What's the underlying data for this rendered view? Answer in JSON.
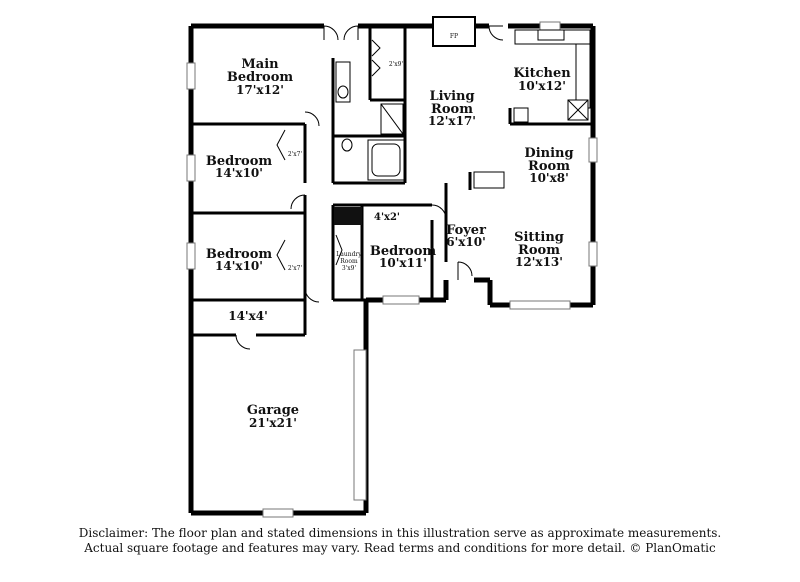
{
  "rooms": {
    "main_bedroom": {
      "name": "Main\nBedroom",
      "dim": "17'x12'"
    },
    "bedroom_2": {
      "name": "Bedroom",
      "dim": "14'x10'"
    },
    "bedroom_3": {
      "name": "Bedroom",
      "dim": "14'x10'"
    },
    "bedroom_4": {
      "name": "Bedroom",
      "dim": "10'x11'"
    },
    "living_room": {
      "name": "Living\nRoom",
      "dim": "12'x17'"
    },
    "kitchen": {
      "name": "Kitchen",
      "dim": "10'x12'"
    },
    "dining_room": {
      "name": "Dining\nRoom",
      "dim": "10'x8'"
    },
    "foyer": {
      "name": "Foyer",
      "dim": "6'x10'"
    },
    "sitting_room": {
      "name": "Sitting\nRoom",
      "dim": "12'x13'"
    },
    "garage": {
      "name": "Garage",
      "dim": "21'x21'"
    },
    "storage": {
      "dim": "14'x4'"
    },
    "laundry": {
      "name": "Laundry\nRoom",
      "dim": "3'x9'"
    },
    "closet_main": {
      "dim": "2'x9'"
    },
    "closet_b2": {
      "dim": "2'x7'"
    },
    "closet_b3": {
      "dim": "2'x7'"
    },
    "closet_b4": {
      "dim": "4'x2'"
    }
  },
  "fireplace_label": "FP",
  "disclaimer": {
    "line1": "Disclaimer: The floor plan and stated dimensions in this illustration serve as approximate measurements.",
    "line2": "Actual square footage and features may vary. Read terms and conditions for more detail. © PlanOmatic"
  }
}
